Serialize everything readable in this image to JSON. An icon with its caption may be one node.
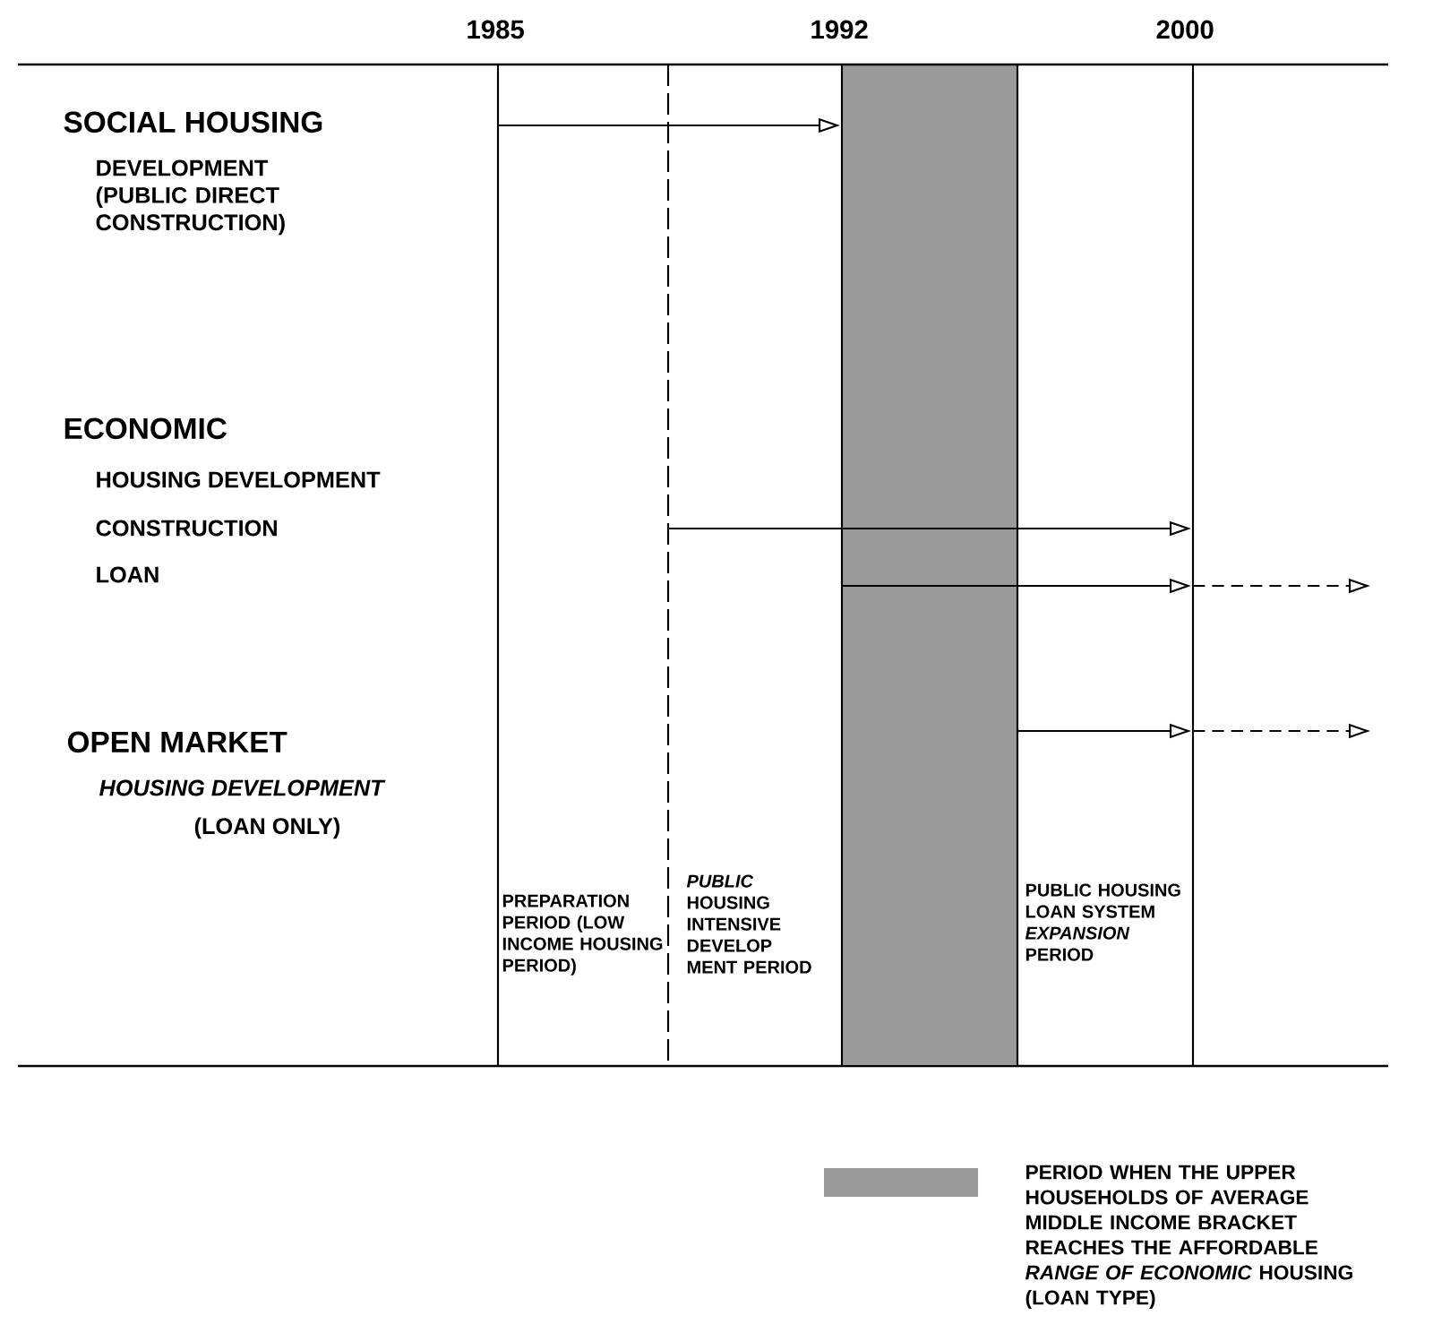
{
  "diagram": {
    "nodes": [
      {
        "text": [],
        "shape": "bar"
      }
    ],
    "labels": [
      "1985",
      "1992",
      "2000",
      "SOCIAL HOUSING",
      "DEVELOPMENT (PUBLIC DIRECT CONSTRUCTION)",
      "ECONOMIC",
      "HOUSING DEVELOPMENT",
      "CONSTRUCTION",
      "LOAN",
      "OPEN MARKET",
      "HOUSING DEVELOPMENT",
      "(LOAN ONLY)",
      "PREPARATION PERIOD (LOW INCOME HOUSING PERIOD)",
      "*PUBLIC* HOUSING INTENSIVE DEVELOP MENT PERIOD",
      "PUBLIC HOUSING LOAN SYSTEM *EXPANSION* PERIOD"
    ],
    "legend": [
      {
        "text": "PERIOD WHEN THE UPPER HOUSEHOLDS OF AVERAGE MIDDLE INCOME BRACKET REACHES THE AFFORDABLE *RANGE OF ECONOMIC* HOUSING (LOAN TYPE)",
        "color": "#9a9a9a"
      }
    ]
  }
}
